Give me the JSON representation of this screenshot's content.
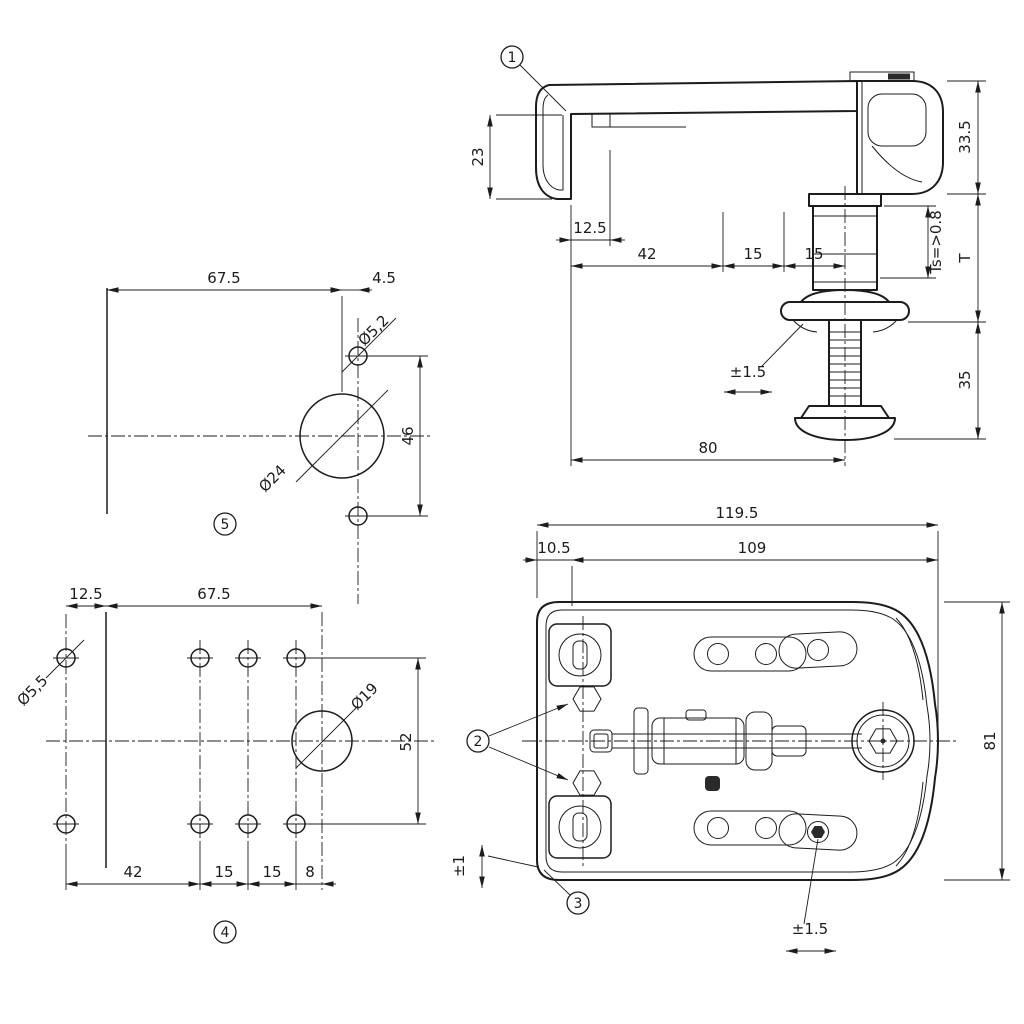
{
  "callouts": {
    "c1": "1",
    "c2": "2",
    "c3": "3",
    "c4": "4",
    "c5": "5"
  },
  "side_view": {
    "dims": {
      "d23": "23",
      "d33_5": "33.5",
      "d12_5": "12.5",
      "d42": "42",
      "d15a": "15",
      "d15b": "15",
      "ts": "Ts=>0.8",
      "t": "T",
      "d35": "35",
      "tol": "±1.5",
      "d80": "80"
    }
  },
  "plan_view": {
    "dims": {
      "d119_5": "119.5",
      "d10_5": "10.5",
      "d109": "109",
      "d81": "81",
      "tol_v": "±1",
      "tol_h": "±1.5"
    }
  },
  "template_upper": {
    "dims": {
      "d67_5": "67.5",
      "d4_5": "4.5",
      "dia_5_2": "Ø5,2",
      "dia_24": "Ø24",
      "d46": "46"
    }
  },
  "template_lower": {
    "dims": {
      "d12_5": "12.5",
      "d67_5": "67.5",
      "dia_5_5": "Ø5,5",
      "dia_19": "Ø19",
      "d52": "52",
      "d42": "42",
      "d15a": "15",
      "d15b": "15",
      "d8": "8"
    }
  }
}
